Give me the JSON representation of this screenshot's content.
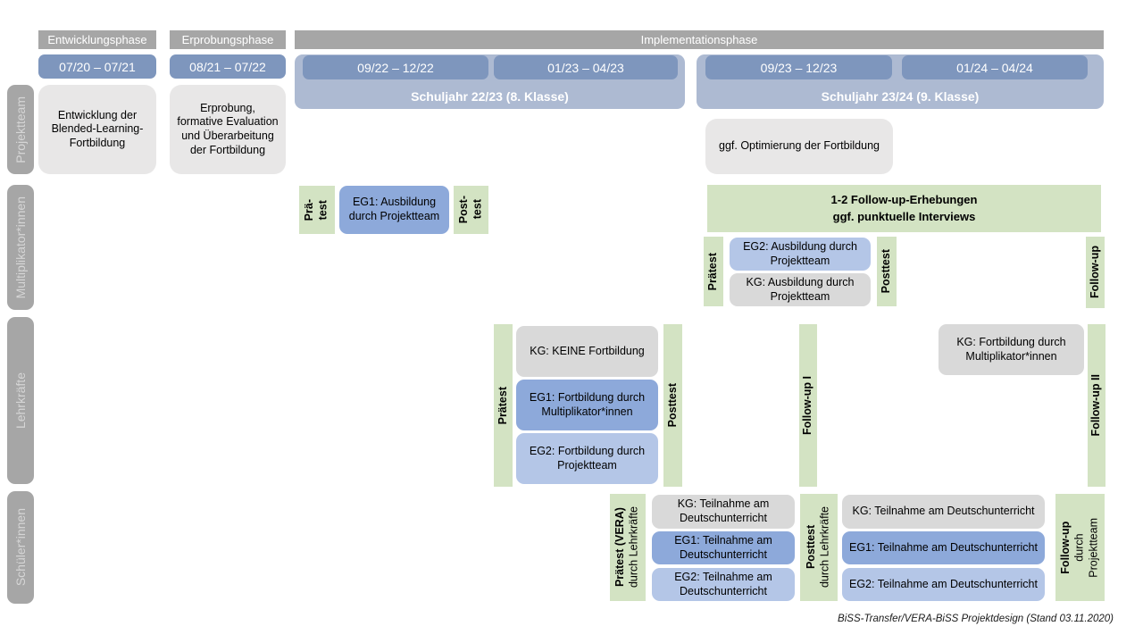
{
  "caption": "BiSS-Transfer/VERA-BiSS Projektdesign (Stand 03.11.2020)",
  "colors": {
    "phase_bar": "#a6a6a6",
    "date_bar": "#7e96bd",
    "school_year_bar": "#adbad2",
    "row_label_bar": "#a6a6a6",
    "box_light_gray": "#e8e7e7",
    "box_gray": "#d9d9d9",
    "box_blue_dark": "#8da9da",
    "box_blue_light": "#b4c6e7",
    "box_green": "#d3e3c3"
  },
  "phases": {
    "entwicklung": "Entwicklungsphase",
    "erprobung": "Erprobungsphase",
    "implementation": "Implementationsphase"
  },
  "dates": {
    "d1": "07/20 – 07/21",
    "d2": "08/21 – 07/22",
    "d3": "09/22 – 12/22",
    "d4": "01/23 – 04/23",
    "d5": "09/23 – 12/23",
    "d6": "01/24 – 04/24"
  },
  "school_years": {
    "y1": "Schuljahr 22/23 (8. Klasse)",
    "y2": "Schuljahr 23/24 (9. Klasse)"
  },
  "row_labels": {
    "projektteam": "Projektteam",
    "multiplikatoren": "Multiplikator*innen",
    "lehrkraefte": "Lehrkräfte",
    "schueler": "Schüler*innen"
  },
  "projektteam_row": {
    "entwicklung": "Entwicklung der Blended-Learning-Fortbildung",
    "erprobung": "Erprobung, formative Evaluation und Überarbeitung der Fortbildung",
    "optimierung": "ggf. Optimierung der Fortbildung"
  },
  "multiplikatoren_row": {
    "praetest_klein": {
      "line1": "Prä-",
      "line2": "test"
    },
    "eg1": "EG1: Ausbildung durch Projektteam",
    "posttest_klein": {
      "line1": "Post-",
      "line2": "test"
    },
    "followup_erhebungen": {
      "line1": "1-2 Follow-up-Erhebungen",
      "line2": "ggf. punktuelle Interviews"
    },
    "praetest": "Prätest",
    "eg2": "EG2: Ausbildung durch Projektteam",
    "kg": "KG: Ausbildung durch Projektteam",
    "posttest": "Posttest",
    "followup": "Follow-up"
  },
  "lehrkraefte_row": {
    "praetest": "Prätest",
    "kg_keine": "KG: KEINE Fortbildung",
    "eg1": "EG1: Fortbildung durch Multiplikator*innen",
    "eg2": "EG2: Fortbildung durch Projektteam",
    "posttest": "Posttest",
    "followup1": "Follow-up I",
    "kg_fortbildung": "KG: Fortbildung durch Multiplikator*innen",
    "followup2": "Follow-up II"
  },
  "schueler_row": {
    "praetest": {
      "bold": "Prätest (VERA)",
      "rest": "durch Lehrkräfte"
    },
    "kg1": "KG: Teilnahme am Deutschunterricht",
    "eg1_1": "EG1: Teilnahme am Deutschunterricht",
    "eg2_1": "EG2: Teilnahme am Deutschunterricht",
    "posttest": {
      "bold": "Posttest",
      "rest": "durch Lehrkräfte"
    },
    "kg2": "KG: Teilnahme am Deutschunterricht",
    "eg1_2": "EG1: Teilnahme am Deutschunterricht",
    "eg2_2": "EG2: Teilnahme am Deutschunterricht",
    "followup": {
      "bold": "Follow-up",
      "line2": "durch",
      "line3": "Projektteam"
    }
  }
}
